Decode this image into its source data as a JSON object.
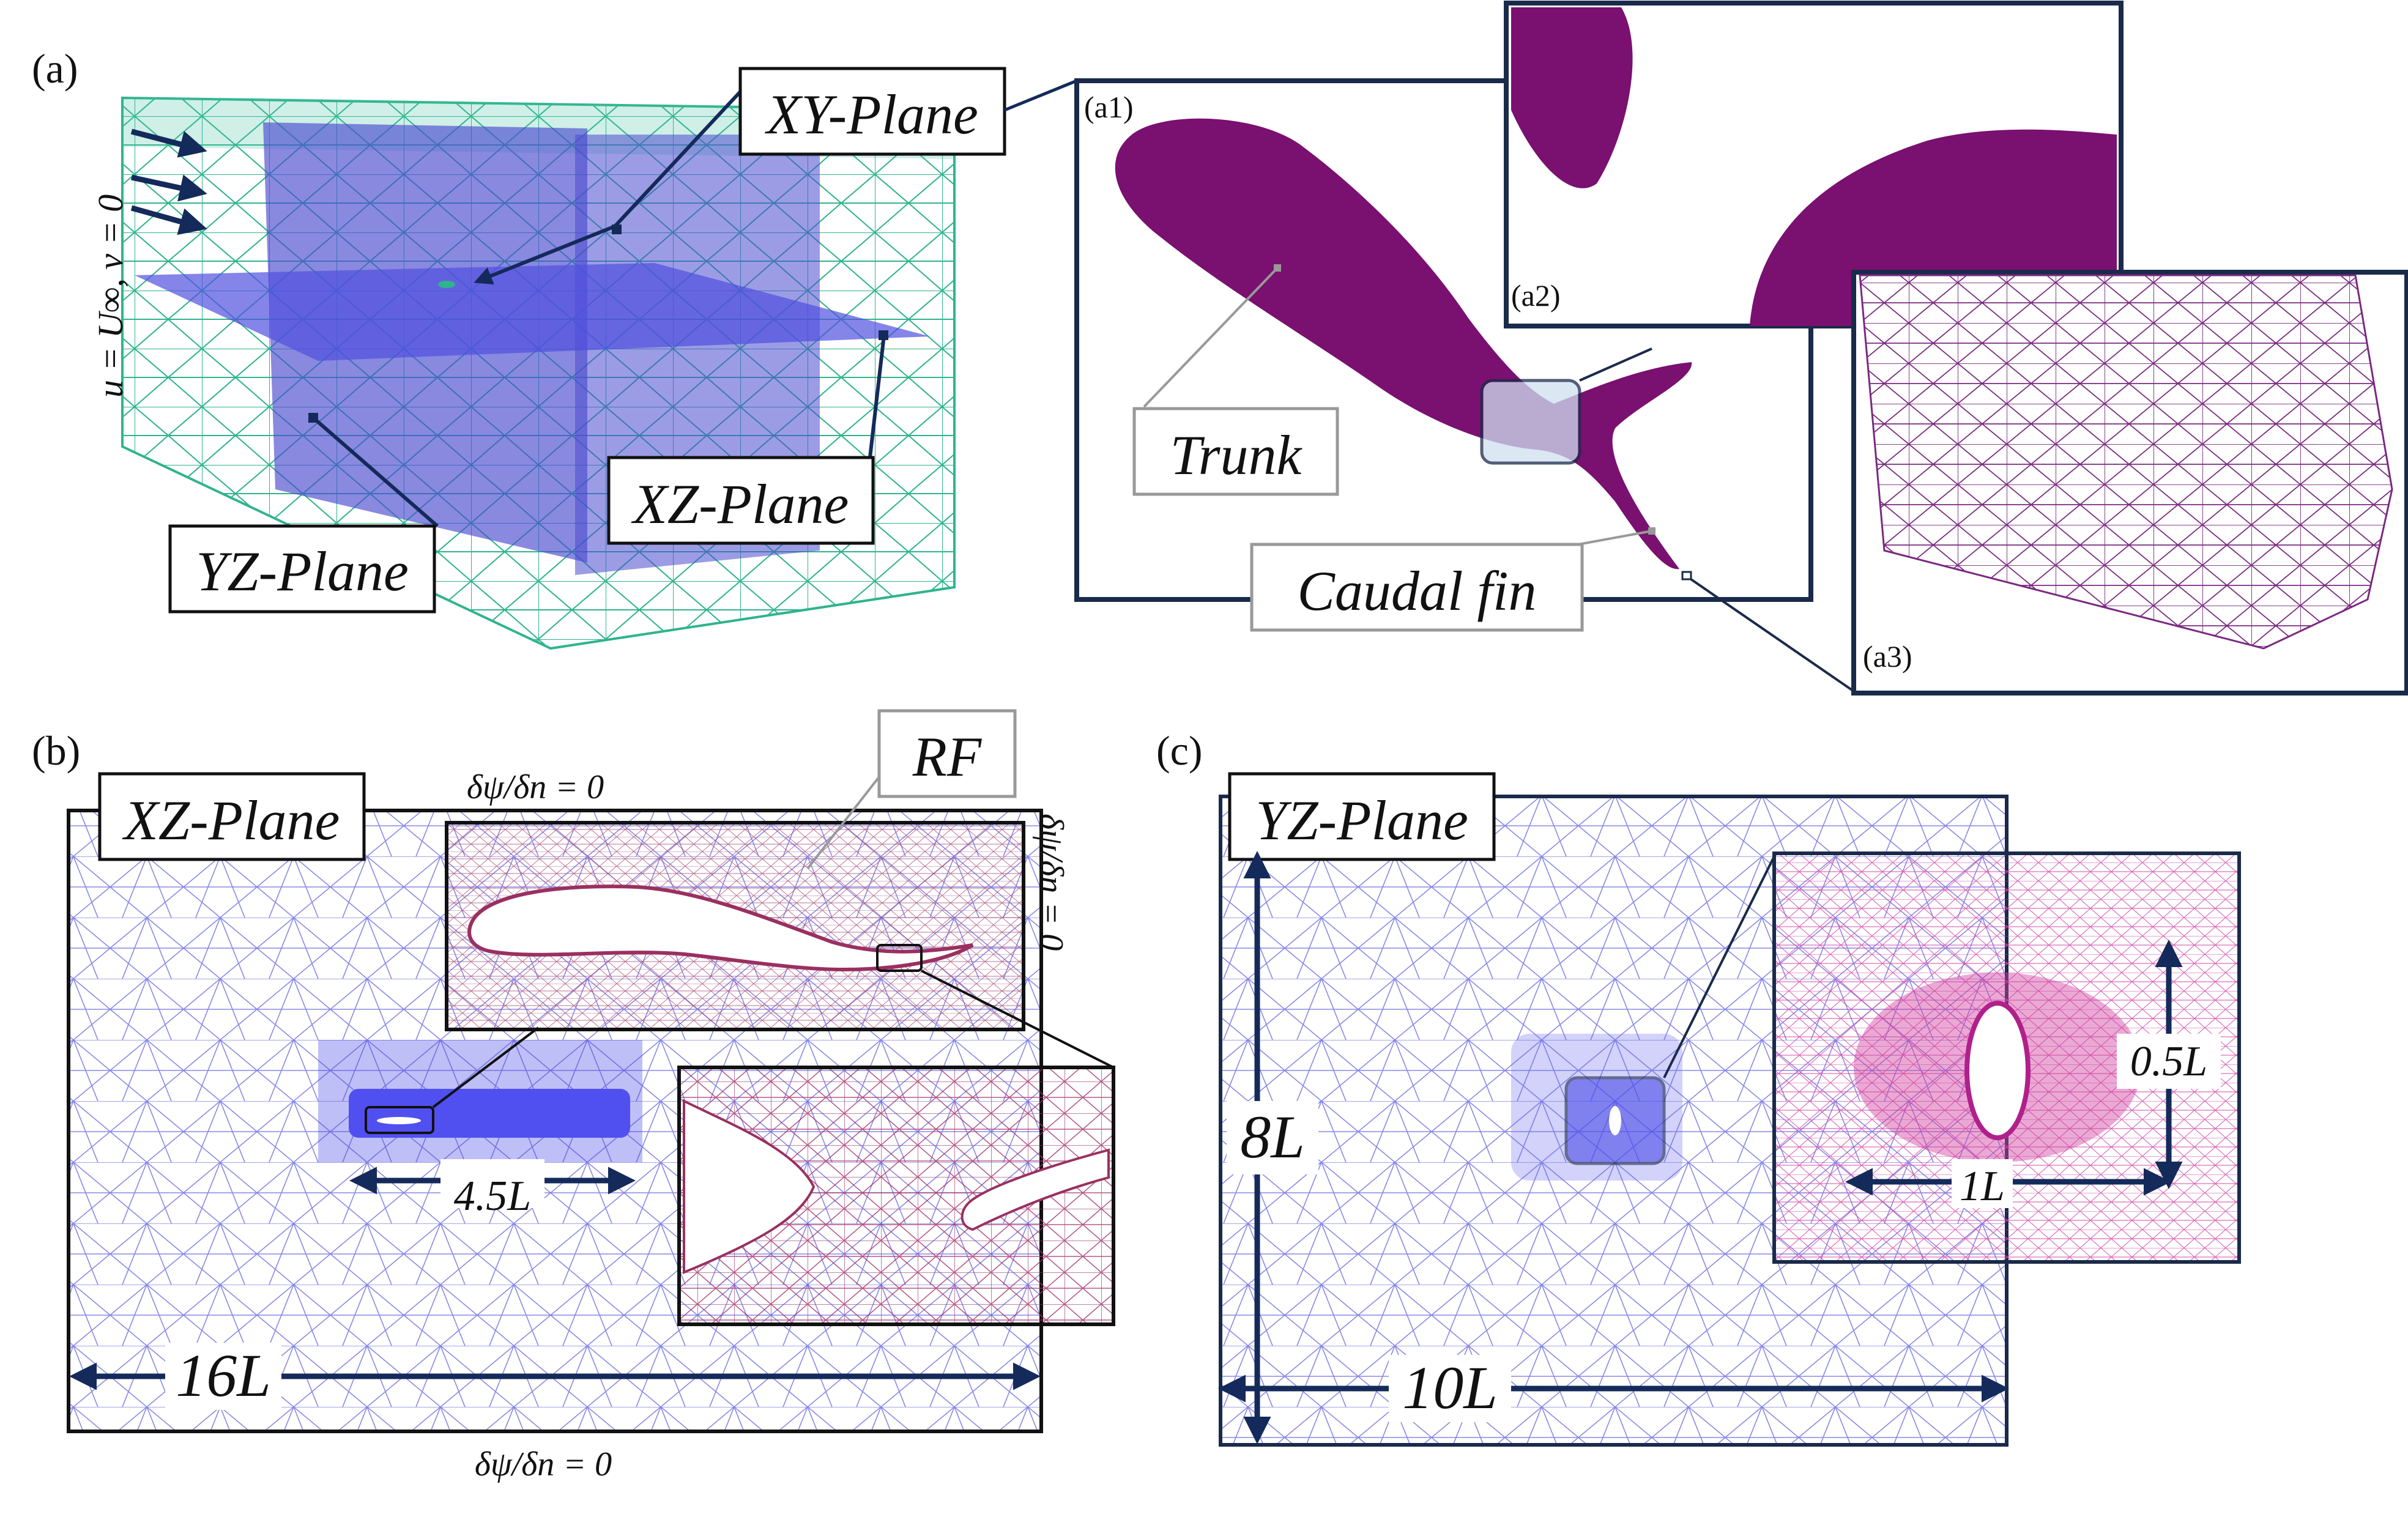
{
  "panels": {
    "a": "(a)",
    "a1": "(a1)",
    "a2": "(a2)",
    "a3": "(a3)",
    "b": "(b)",
    "c": "(c)"
  },
  "labels": {
    "xy_plane": "XY-Plane",
    "xz_plane": "XZ-Plane",
    "yz_plane": "YZ-Plane",
    "inflow": "u = U∞, v = 0",
    "trunk": "Trunk",
    "caudal_fin": "Caudal fin",
    "rf": "RF",
    "bc_top": "δψ/δn = 0",
    "bc_bottom": "δψ/δn = 0",
    "bc_right": "δψ/δn = 0"
  },
  "dimensions": {
    "refinement_length": "4.5L",
    "domain_length_b": "16L",
    "domain_height_c": "8L",
    "domain_width_c": "10L",
    "inset_height_c": "0.5L",
    "inset_width_c": "1L"
  },
  "colors": {
    "fish": "#7a1070",
    "mesh_outer": "#2fb48c",
    "plane_blue": "#4a4ad0",
    "mesh_fine_red": "#9a3060",
    "mesh_fine_pink": "#d040a0",
    "frame": "#1a2a4a",
    "arrow": "#142a5a"
  }
}
